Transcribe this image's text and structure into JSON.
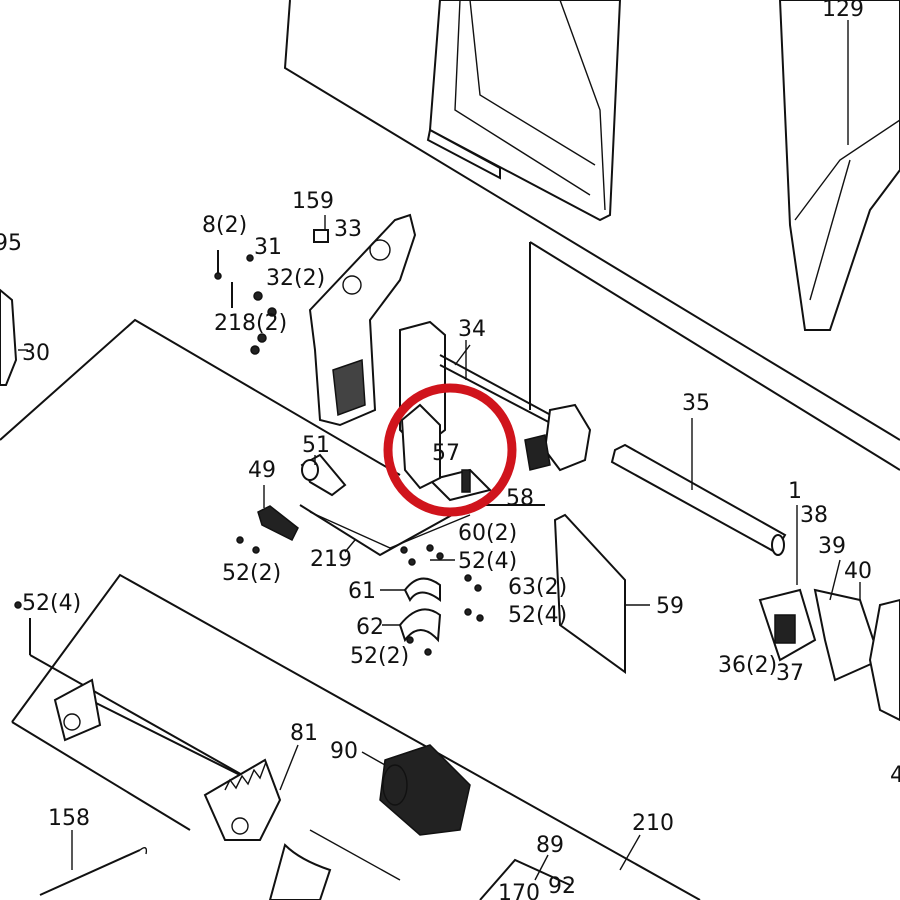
{
  "diagram": {
    "highlight_color": "#d0141c",
    "labels": {
      "l129": "129",
      "l95": "95",
      "l159": "159",
      "l8": "8(2)",
      "l33": "33",
      "l31": "31",
      "l32": "32(2)",
      "l218": "218(2)",
      "l30": "30",
      "l34": "34",
      "l35": "35",
      "l51": "51",
      "l49": "49",
      "l57": "57",
      "l58": "58",
      "l60": "60(2)",
      "l52a": "52(4)",
      "l219": "219",
      "l52b": "52(2)",
      "l61": "61",
      "l63": "63(2)",
      "l52c": "52(4)",
      "l59": "59",
      "l62": "62",
      "l52d": "52(2)",
      "l52e": "52(4)",
      "l1": "1",
      "l38": "38",
      "l39": "39",
      "l40": "40",
      "l36": "36(2)",
      "l37": "37",
      "l81": "81",
      "l90": "90",
      "l210": "210",
      "l158": "158",
      "l89": "89",
      "l170": "170",
      "l92": "92",
      "l4": "4"
    }
  }
}
